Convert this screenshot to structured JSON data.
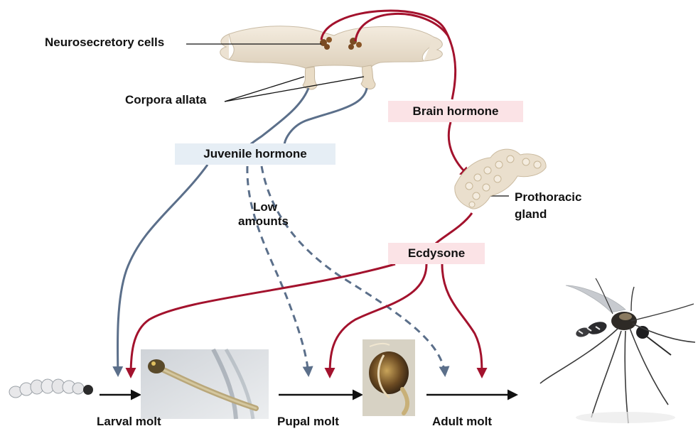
{
  "labels": {
    "neurosecretory": "Neurosecretory cells",
    "corpora": "Corpora allata",
    "brain_hormone": "Brain hormone",
    "juvenile_hormone": "Juvenile hormone",
    "low_line1": "Low",
    "low_line2": "amounts",
    "prothoracic_line1": "Prothoracic",
    "prothoracic_line2": "gland",
    "ecdysone": "Ecdysone",
    "larval_molt": "Larval molt",
    "pupal_molt": "Pupal molt",
    "adult_molt": "Adult molt"
  },
  "colors": {
    "hormone_red": "#a3122d",
    "juvenile_blue": "#5b6f8a",
    "red_box": "#fbe3e6",
    "blue_box": "#e6eef5"
  }
}
